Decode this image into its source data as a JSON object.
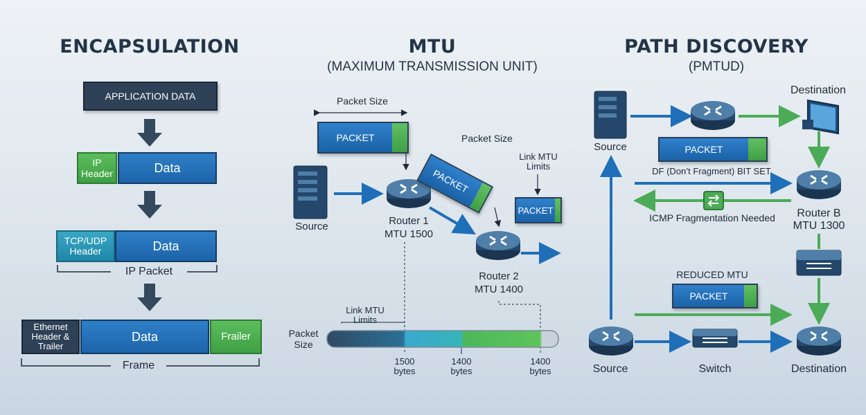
{
  "encapsulation": {
    "title": "ENCAPSULATION",
    "app_data": "APPLICATION DATA",
    "ip_header": "IP\nHeader",
    "data": "Data",
    "tcp_header": "TCP/UDP\nHeader",
    "ip_packet": "IP Packet",
    "ethernet": "Ethernet\nHeader &\nTrailer",
    "trailer": "Frailer",
    "frame": "Frame"
  },
  "mtu": {
    "title": "MTU",
    "subtitle": "(MAXIMUM TRANSMISSION UNIT)",
    "packet_size_top": "Packet Size",
    "packet_label": "PACKET",
    "packet_size_tilted": "Packet Size",
    "link_mtu_limits": "Link MTU\nLimits",
    "source": "Source",
    "router1": "Router 1",
    "router1_mtu": "MTU 1500",
    "router2": "Router 2",
    "router2_mtu": "MTU 1400",
    "bar_label": "Packet\nSize",
    "bar_link_mtu": "Link MTU\nLimits",
    "ticks": [
      {
        "value": "1500",
        "unit": "bytes"
      },
      {
        "value": "1400",
        "unit": "bytes"
      },
      {
        "value": "1400",
        "unit": "bytes"
      }
    ]
  },
  "pmtud": {
    "title": "PATH DISCOVERY",
    "subtitle": "(PMTUD)",
    "destination_top": "Destination",
    "source_top": "Source",
    "packet_label": "PACKET",
    "df_bit": "DF (Don’t Fragment) BIT SET",
    "icmp": "ICMP Fragmentation Needed",
    "router_b": "Router B",
    "router_b_mtu": "MTU 1300",
    "reduced_mtu": "REDUCED MTU",
    "source_bottom": "Source",
    "switch": "Switch",
    "destination_bottom": "Destination"
  },
  "colors": {
    "arrow_blue": "#1f6fb8",
    "arrow_green": "#4cab57",
    "arrow_dark": "#34495e"
  }
}
